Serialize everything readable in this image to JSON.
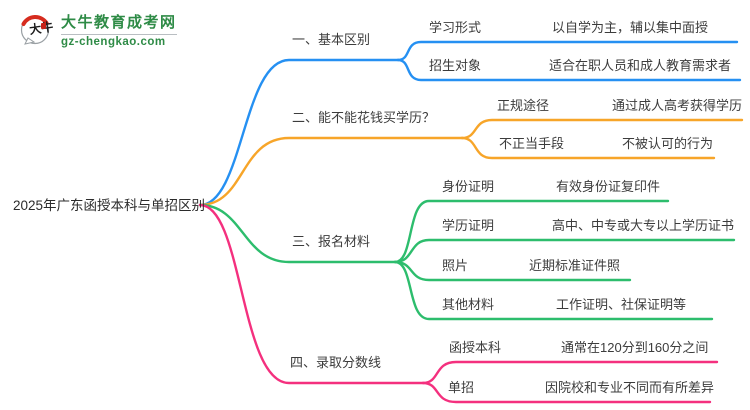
{
  "logo": {
    "icon_text": "大牛",
    "site_name": "大牛教育成考网",
    "site_url": "gz-chengkao.com"
  },
  "root": {
    "label": "2025年广东函授本科与单招区别"
  },
  "branches": [
    {
      "label": "一、基本区别",
      "color": "#2590f2",
      "children": [
        {
          "label": "学习形式",
          "value": "以自学为主，辅以集中面授"
        },
        {
          "label": "招生对象",
          "value": "适合在职人员和成人教育需求者"
        }
      ]
    },
    {
      "label": "二、能不能花钱买学历？",
      "color": "#f7a529",
      "children": [
        {
          "label": "正规途径",
          "value": "通过成人高考获得学历"
        },
        {
          "label": "不正当手段",
          "value": "不被认可的行为"
        }
      ]
    },
    {
      "label": "三、报名材料",
      "color": "#2dbd6d",
      "children": [
        {
          "label": "身份证明",
          "value": "有效身份证复印件"
        },
        {
          "label": "学历证明",
          "value": "高中、中专或大专以上学历证书"
        },
        {
          "label": "照片",
          "value": "近期标准证件照"
        },
        {
          "label": "其他材料",
          "value": "工作证明、社保证明等"
        }
      ]
    },
    {
      "label": "四、录取分数线",
      "color": "#f4307e",
      "children": [
        {
          "label": "函授本科",
          "value": "通常在120分到160分之间"
        },
        {
          "label": "单招",
          "value": "因院校和专业不同而有所差异"
        }
      ]
    }
  ]
}
